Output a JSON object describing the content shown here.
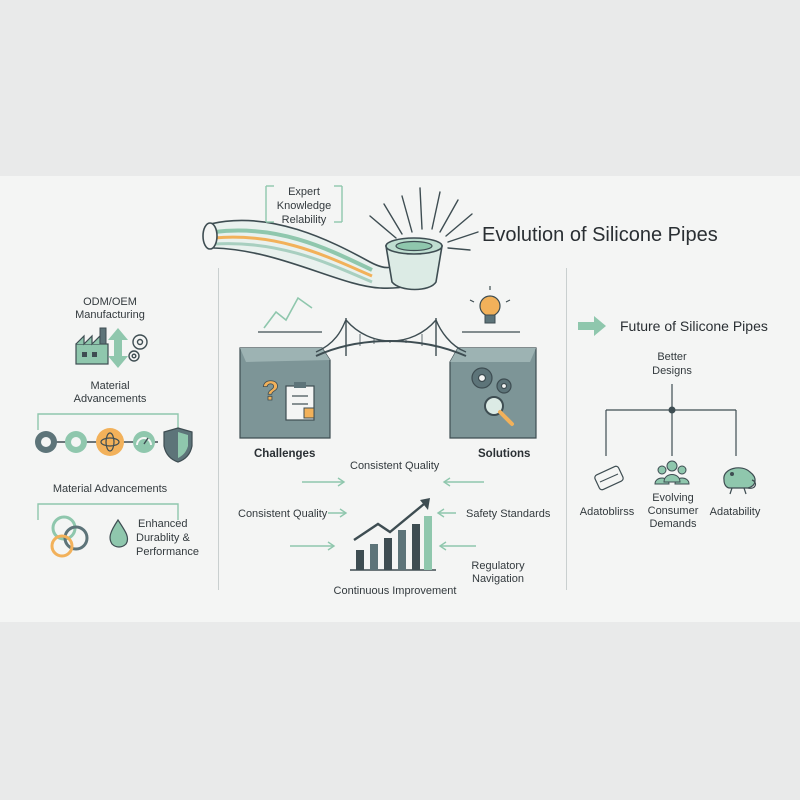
{
  "header": {
    "title": "Evolution of Silicone Pipes"
  },
  "top_labels": {
    "expert_knowledge": [
      "Expert",
      "Knowledge",
      "Relability"
    ]
  },
  "left": {
    "odm_label": [
      "ODM/OEM",
      "Manufacturing"
    ],
    "material_label_1": [
      "Material",
      "Advancements"
    ],
    "material_label_2": "Material Advancements",
    "enhanced_label": [
      "Enhanced",
      "Durablity &",
      "Performance"
    ]
  },
  "center": {
    "challenges": "Challenges",
    "solutions": "Solutions",
    "consistent_quality_top": "Consistent Quality",
    "consistent_quality_left": "Consistent Quality",
    "safety_standards": "Safety Standards",
    "regulatory": [
      "Regulatory",
      "Navigation"
    ],
    "continuous_improvement": "Continuous Improvement"
  },
  "right": {
    "future_title": "Future of Silicone Pipes",
    "better_designs": [
      "Better",
      "Designs"
    ],
    "branch_left": "Adatoblirss",
    "branch_mid": [
      "Evolving",
      "Consumer",
      "Demands"
    ],
    "branch_right": "Adatability"
  },
  "colors": {
    "accent_green": "#8fc7ad",
    "slate": "#5d7479",
    "dark_slate": "#3e4d52",
    "orange": "#f2b15a",
    "cliff": "#7d9597"
  },
  "icons": [
    "pipe-icon",
    "sunburst-icon",
    "trend-line-icon",
    "bridge-icon",
    "lightbulb-icon",
    "factory-icon",
    "gears-icon",
    "double-arrow-icon",
    "ring-icon",
    "atom-icon",
    "gauge-icon",
    "shield-icon",
    "chain-links-icon",
    "drop-icon",
    "question-icon",
    "clipboard-icon",
    "magnifier-icon",
    "bar-chart-icon",
    "arrow-right-icon",
    "scroll-icon",
    "people-icon",
    "chameleon-icon"
  ]
}
